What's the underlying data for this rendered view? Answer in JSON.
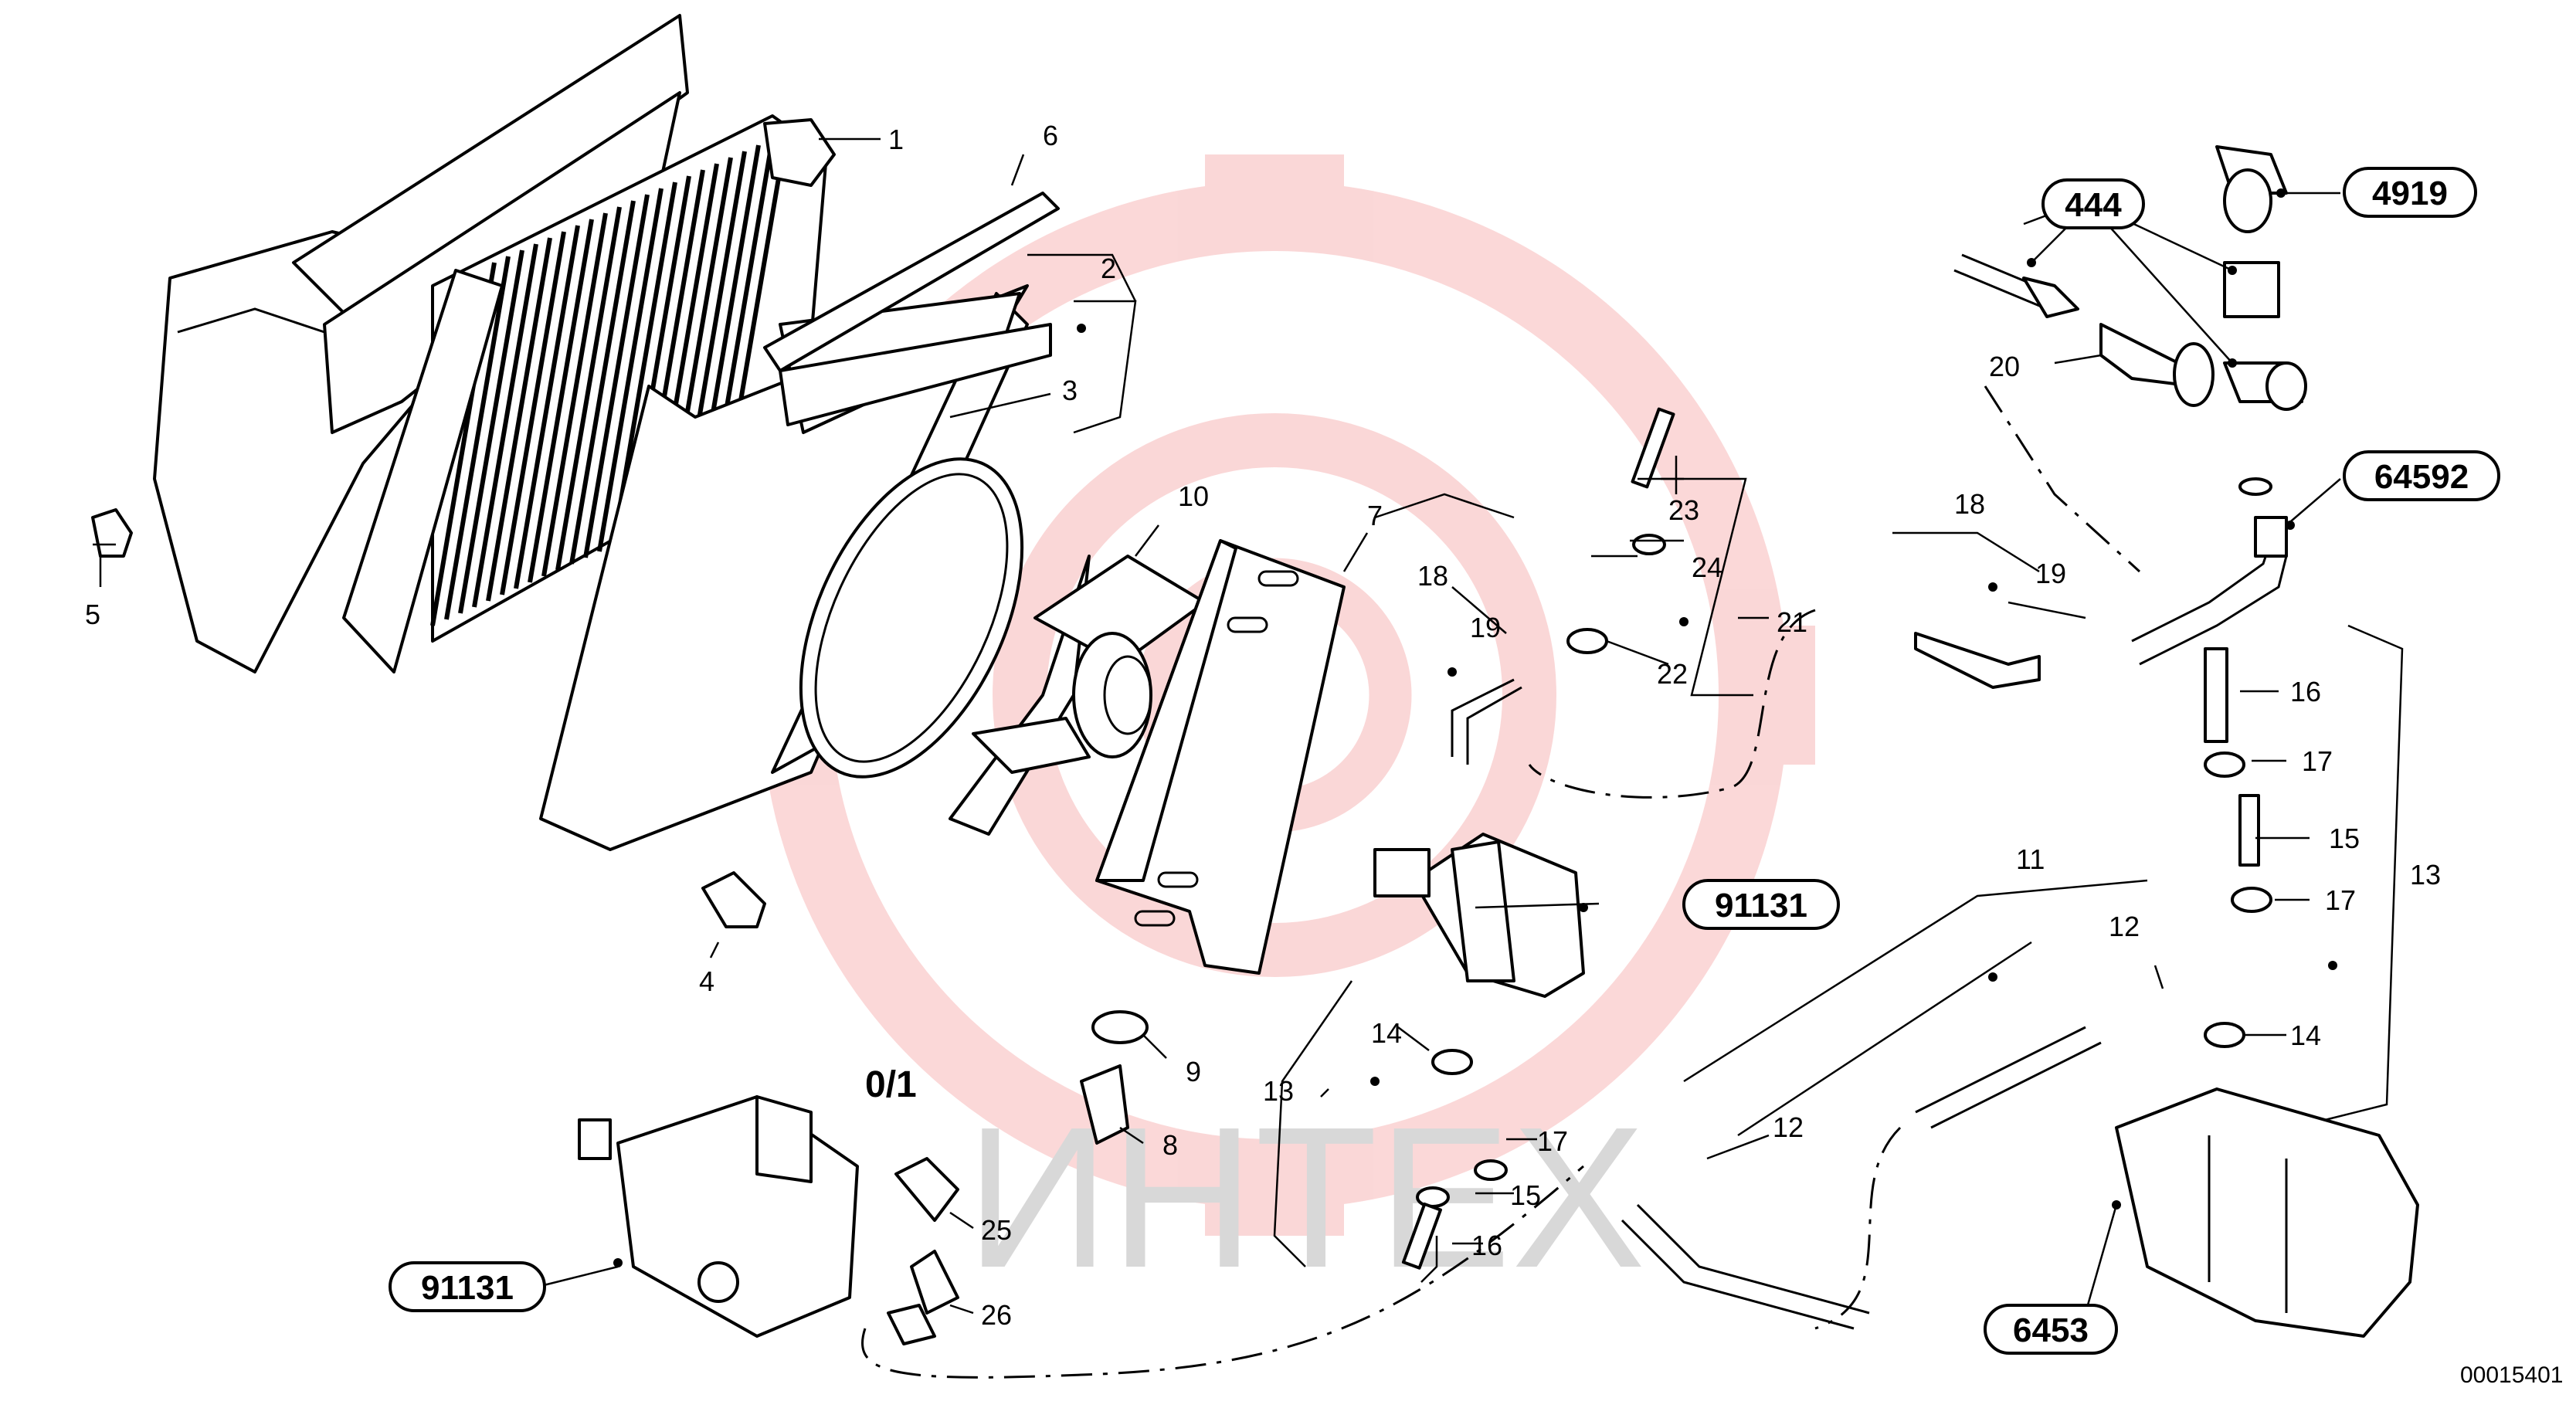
{
  "diagram": {
    "document_number": "00015401",
    "subassembly_label": "0/1",
    "watermark_text": "ИНТЕХ",
    "watermark_color": "#f7b8b8",
    "watermark_text_color": "#d8d8d8",
    "part_numbers": {
      "p1": "1",
      "p2": "2",
      "p3": "3",
      "p4": "4",
      "p5": "5",
      "p6": "6",
      "p7": "7",
      "p8": "8",
      "p9": "9",
      "p10": "10",
      "p11": "11",
      "p12a": "12",
      "p12b": "12",
      "p13a": "13",
      "p13b": "13",
      "p14a": "14",
      "p14b": "14",
      "p15a": "15",
      "p15b": "15",
      "p16a": "16",
      "p16b": "16",
      "p17a": "17",
      "p17b": "17",
      "p17c": "17",
      "p18a": "18",
      "p18b": "18",
      "p19a": "19",
      "p19b": "19",
      "p20": "20",
      "p21": "21",
      "p22": "22",
      "p23": "23",
      "p24": "24",
      "p25": "25",
      "p26": "26"
    },
    "references": {
      "r444": "444",
      "r4919": "4919",
      "r64592": "64592",
      "r91131a": "91131",
      "r91131b": "91131",
      "r6453": "6453"
    }
  }
}
